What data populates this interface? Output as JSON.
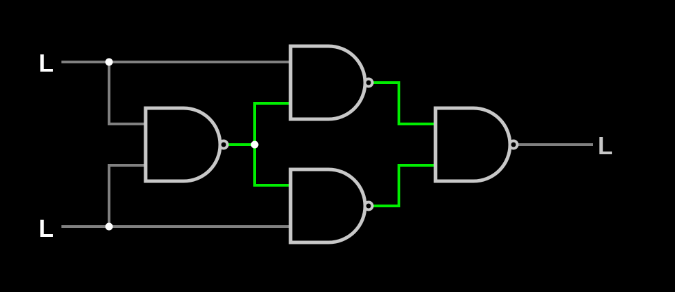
{
  "circuit": {
    "inputs": [
      {
        "id": "input-a",
        "label": "L"
      },
      {
        "id": "input-b",
        "label": "L"
      }
    ],
    "output": {
      "id": "output-q",
      "label": "L"
    },
    "gates": [
      {
        "id": "nand-1",
        "type": "NAND"
      },
      {
        "id": "nand-2",
        "type": "NAND"
      },
      {
        "id": "nand-3",
        "type": "NAND"
      },
      {
        "id": "nand-4",
        "type": "NAND"
      }
    ],
    "colors": {
      "background": "#000000",
      "wire_low": "#808080",
      "wire_high": "#00ee00",
      "gate_outline": "#c8c8c8",
      "gate_fill": "#000000",
      "junction": "#ffffff",
      "input_label": "#ffffff",
      "output_label": "#c8c8c8"
    }
  }
}
